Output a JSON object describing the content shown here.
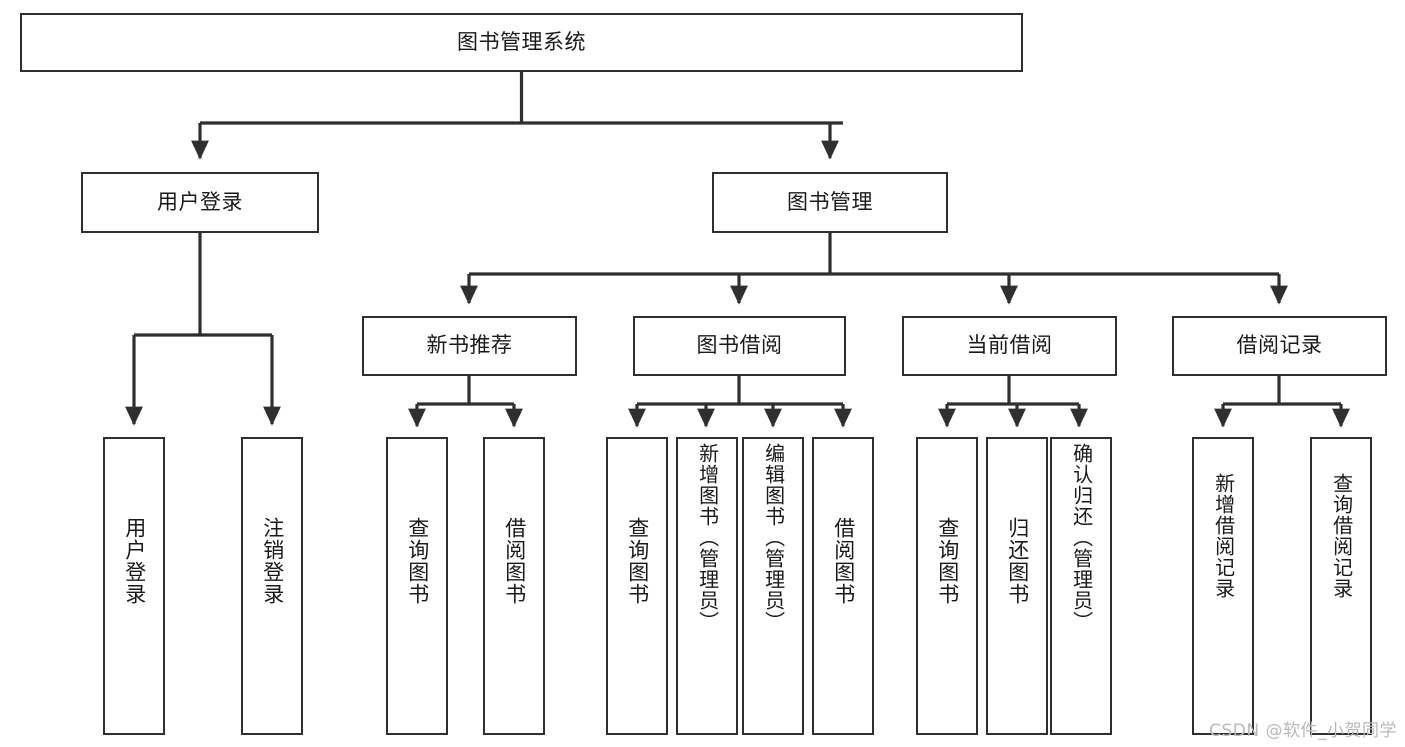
{
  "diagram": {
    "type": "hierarchy-tree",
    "title": "图书管理系统",
    "levels": 4,
    "root": {
      "id": "root",
      "label": "图书管理系统"
    },
    "level2": [
      {
        "id": "user-login",
        "label": "用户登录"
      },
      {
        "id": "book-manage",
        "label": "图书管理"
      }
    ],
    "level3": [
      {
        "id": "new-book-recommend",
        "label": "新书推荐",
        "parent": "book-manage"
      },
      {
        "id": "book-borrow",
        "label": "图书借阅",
        "parent": "book-manage"
      },
      {
        "id": "current-borrow",
        "label": "当前借阅",
        "parent": "book-manage"
      },
      {
        "id": "borrow-record",
        "label": "借阅记录",
        "parent": "book-manage"
      }
    ],
    "leaves": [
      {
        "id": "leaf-user-login",
        "label": "用户登录",
        "parent": "user-login"
      },
      {
        "id": "leaf-logout-login",
        "label": "注销登录",
        "parent": "user-login"
      },
      {
        "id": "leaf-query-book-1",
        "label": "查询图书",
        "parent": "new-book-recommend"
      },
      {
        "id": "leaf-borrow-book-1",
        "label": "借阅图书",
        "parent": "new-book-recommend"
      },
      {
        "id": "leaf-query-book-2",
        "label": "查询图书",
        "parent": "book-borrow"
      },
      {
        "id": "leaf-add-book",
        "label": "新增图书（管理员）",
        "parent": "book-borrow"
      },
      {
        "id": "leaf-edit-book",
        "label": "编辑图书（管理员）",
        "parent": "book-borrow"
      },
      {
        "id": "leaf-borrow-book-2",
        "label": "借阅图书",
        "parent": "book-borrow"
      },
      {
        "id": "leaf-query-book-3",
        "label": "查询图书",
        "parent": "current-borrow"
      },
      {
        "id": "leaf-return-book",
        "label": "归还图书",
        "parent": "current-borrow"
      },
      {
        "id": "leaf-confirm-return",
        "label": "确认归还（管理员）",
        "parent": "current-borrow"
      },
      {
        "id": "leaf-add-record",
        "label": "新增借阅记录",
        "parent": "borrow-record"
      },
      {
        "id": "leaf-query-record",
        "label": "查询借阅记录",
        "parent": "borrow-record"
      }
    ],
    "colors": {
      "stroke": "#2f2f2f",
      "box_fill": "#ffffff",
      "text": "#1a1a1a",
      "background": "#ffffff",
      "watermark": "#b9b9b9"
    }
  },
  "watermark": {
    "text": "CSDN @软件_小贺同学"
  }
}
